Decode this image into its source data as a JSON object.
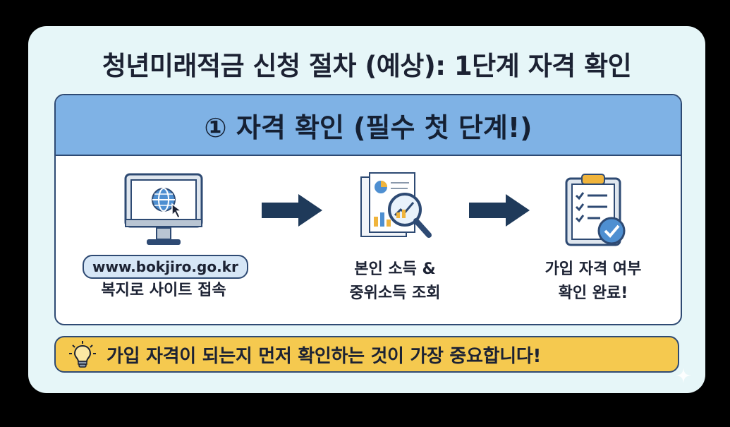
{
  "card": {
    "title": "청년미래적금 신청 절차 (예상): 1단계 자격 확인",
    "section_header": "① 자격 확인 (필수 첫 단계!)",
    "steps": [
      {
        "icon": "computer-globe-icon",
        "url": "www.bokjiro.go.kr",
        "caption_line1": "복지로 사이트 접속",
        "caption_line2": ""
      },
      {
        "icon": "documents-magnifier-icon",
        "caption_line1": "본인 소득 &",
        "caption_line2": "중위소득 조회"
      },
      {
        "icon": "clipboard-check-icon",
        "caption_line1": "가입 자격 여부",
        "caption_line2": "확인 완료!"
      }
    ],
    "tip": {
      "icon": "lightbulb-icon",
      "text": "가입 자격이 되는지 먼저 확인하는 것이 가장 중요합니다!"
    }
  },
  "colors": {
    "card_bg": "#e6f6f8",
    "header_bg": "#7fb2e5",
    "tip_bg": "#f5c94f",
    "outline": "#2e4a73",
    "arrow": "#1f3a5a"
  }
}
